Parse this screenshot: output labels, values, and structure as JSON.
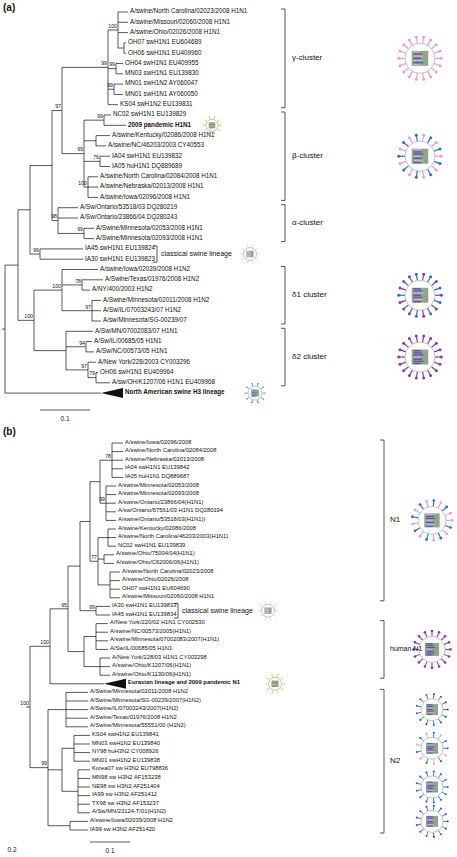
{
  "diagram": {
    "labels": [
      "(a)",
      "A/swine/North Carolina/02023/2008 H1N1",
      "A/swine/Missouri/02060/2008 H1N1",
      "A/swine/Ohio/02026/2008 H1N1",
      "OH07 swH1N1 EU604689",
      "OH06 swH1N1 EU409960",
      "OH04 swH1N1 EU409955",
      "MN03 swH1N1 EU139830",
      "MN01 swH1N2 AY060047",
      "MN01 swH1N1 AY060050",
      "KS04 swH1N2 EU139831",
      "NC02 swH1N1 EU139829",
      "2009 pandemic H1N1",
      "A/swine/Kentucky/02086/2008 H1N1",
      "A/swine/NC/46203/2003 CY40553",
      "IA04 swH1N1 EU139832",
      "IA05 huH1N1 DQ889689",
      "A/swine/North Carolina/02084/2008 H1N1",
      "A/swine/Nebraska/02013/2008 H1N1",
      "A/swine/Iowa/02096/2008 H1N1",
      "A/Sw/Ontario/53518/03 DQ280219",
      "A/Sw/Ontario/23866/04 DQ280243",
      "A/Swine/Minnesota/02053/2008 H1N1",
      "A/Swine/Minnesota/02093/2008 H1N1",
      "IA45 swH1N1 EU139824",
      "IA30 swH1N1 EU139823",
      "A/swine/Iowa/02039/2008 H1N2",
      "A/Swine/Texas/01976/2008 H1N2",
      "A/NY/400/2003 H1N2",
      "A/Swine/Minnesota/02011/2008 H1N2",
      "A/Sw/IL/07003243/07 H1N2",
      "A/sw/Minnesota/SG-00239/07",
      "A/Sw/MN/07002083/07 H1N1",
      "A/Sw/IL/00685/05 H1N1",
      "A/Sw/NC/00573/05 H1N1",
      "A/New York/228/2003 CY003296",
      "OH06 swH1N1 EU409964",
      "A/sw/OH/K1207/06 H1N1 EU409968",
      "North American swine H3 lineage",
      "γ-cluster",
      "β-cluster",
      "α-cluster",
      "classical swine lineage",
      "δ1 cluster",
      "δ2 cluster",
      "100",
      "99",
      "99",
      "99",
      "99",
      "97",
      "99",
      "76",
      "100",
      "98",
      "99",
      "99",
      "100",
      "78",
      "97",
      "100",
      "94",
      "97",
      "79",
      "0.1",
      "(b)",
      "A/swine/Iowa/02096/2008",
      "A/swine/North Carolina/02084/2008",
      "A/swine/Nebraska/02013/2008",
      "IA04 swH1N1 EU139842",
      "IA05 huH1N1 DQ889687",
      "A/swine/Minnesota/02053/2008",
      "A/swine/Minnesota/02093/2008",
      "A/swine/Ontario/23866/04(H1N1)",
      "A/sw/Ontario/57561/03 H1N1 DQ280194",
      "A/swine/Ontario/53518/03(H1N1))",
      "A/swine/Kentucky/02086/2008",
      "A/swine/North Carolina/46203/2003(H1N1)",
      "NC02 swH1N1 EU139839",
      "A/swine/Ohio/75004/04(H1N1)",
      "A/swine/Ohio/C62006/06(H1N1)",
      "A/swine/North Carolina/02023/2008",
      "A/swine/Ohio/02026/2008",
      "OH07 swH1N1 EU604690",
      "A/swine/Missouri/02060/2008 H1N1",
      "IA30 swH1N1 EU139833",
      "IA45 swH1N1 EU139834",
      "A/New York/220/02 H1N1 CY002530",
      "A/swine/NC/00573/2005(H1N1)",
      "A/swine/Minnesota/07002083/2007(H1N1)",
      "A/Sw/IL/00685/05 H1N1",
      "A/New York/228/03 H1N1 CY003298",
      "A/swine/Ohio/K1207/06(H1N1)",
      "A/swine/Ohio/K1130/06(H1N1)",
      "Eurasian lineage and 2009 pandemic N1",
      "A/Swine/Minnesota/02011/2008 H1N2",
      "A/Swine/Minnesota/SG-00239/2007(H1N2)",
      "A/Swine/IL/07003243/2007(H1N2)",
      "A/Swine/Texas/01976/2008 H1N2",
      "A/Swine/Minnesota/55551/00 (H1N2)",
      "KS04 swH1N2 EU139841",
      "MN03 swH1N2 EU139840",
      "NY98 huH3N2 CY008926",
      "MN01 swH1N2 EU139838",
      "Korea07 sw H3N2 EU798836",
      "MN98 sw H3N2 AF153238",
      "NE98 sw H3N2 AF251404",
      "IA99 sw H3N2 AF251412",
      "TX98 sw H3N2 AF153237",
      "A/Sw/MN/23124-T/01(H1N2)",
      "A/swine/Iowa/02039/2008 H1N2",
      "IA99 sw H3N2 AF251420",
      "N1",
      "classical swine lineage",
      "human N1",
      "N2",
      "78",
      "99",
      "77",
      "99",
      "100",
      "100",
      "95",
      "99",
      "0.2",
      "0.1"
    ]
  }
}
